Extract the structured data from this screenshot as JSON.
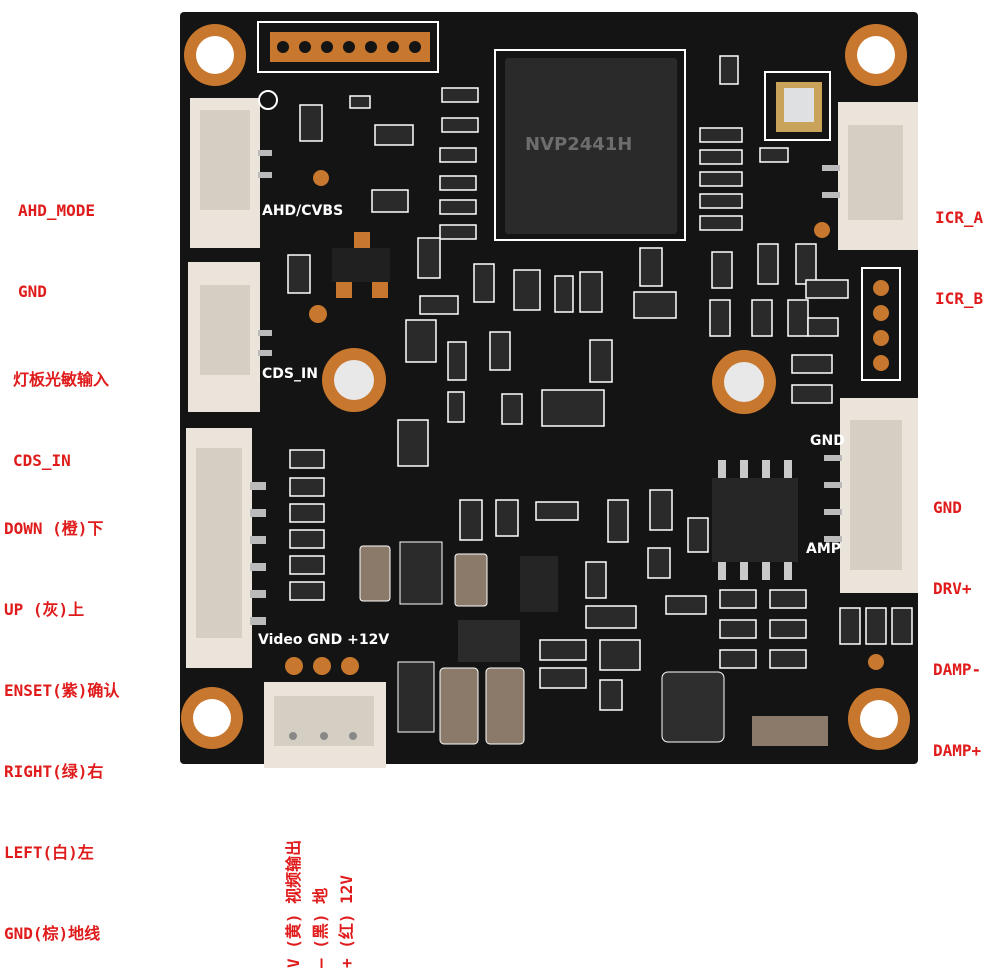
{
  "left_labels": {
    "group1": [
      "AHD_MODE",
      "GND"
    ],
    "group2": [
      "灯板光敏输入",
      "CDS_IN"
    ],
    "group3": [
      "DOWN (橙)下",
      "UP (灰)上",
      "ENSET(紫)确认",
      "RIGHT(绿)右",
      "LEFT(白)左",
      "GND(棕)地线"
    ]
  },
  "right_labels": {
    "group1": [
      "ICR_A",
      "ICR_B"
    ],
    "group2": [
      "GND",
      "DRV+",
      "DAMP-",
      "DAMP+"
    ]
  },
  "bottom_labels": [
    "V (黄) 视频输出",
    "– (黑) 地",
    "+ (红) 12V"
  ],
  "silkscreen": {
    "ahd": "AHD/CVBS",
    "cds": "CDS_IN",
    "gnd": "GND",
    "amp": "AMP",
    "video_header": "Video GND +12V",
    "chip_line1": "NVP2441H"
  },
  "colors": {
    "board": "#141414",
    "copper": "#c8772e",
    "label": "#e01b1b",
    "connector": "#eae4da"
  }
}
